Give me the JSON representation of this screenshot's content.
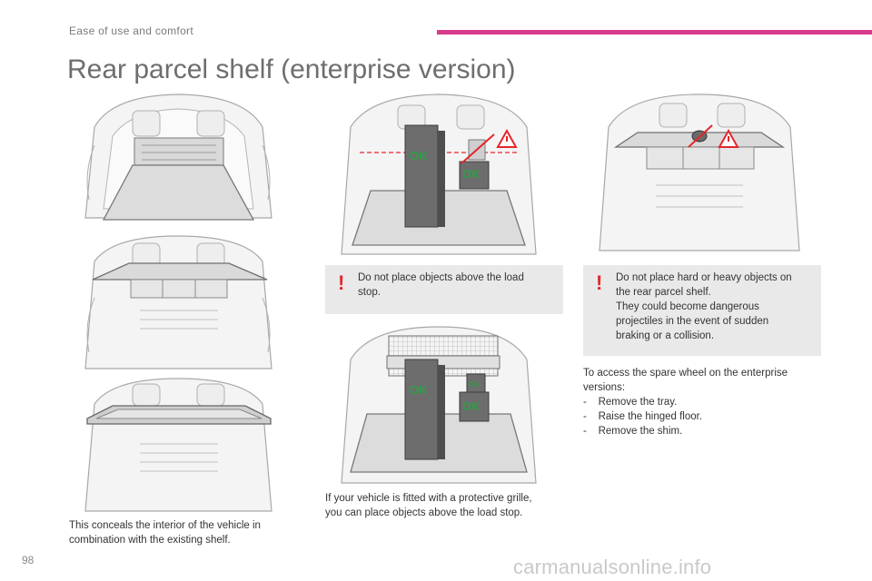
{
  "header": {
    "section_label": "Ease of use and comfort",
    "accent_color": "#d63a8a"
  },
  "title": "Rear parcel shelf (enterprise version)",
  "illustrations": {
    "ok_label": "OK",
    "ok_color": "#2e9e47",
    "warning_color": "#e5252a"
  },
  "warning_load_stop": {
    "icon": "exclamation-icon",
    "lines": [
      "Do not place objects above the load",
      "stop."
    ]
  },
  "warning_heavy_objects": {
    "icon": "exclamation-icon",
    "lines": [
      "Do not place hard or heavy objects on",
      "the rear parcel shelf.",
      "They could become dangerous",
      "projectiles in the event of sudden",
      "braking or a collision."
    ]
  },
  "spare_wheel": {
    "lines": [
      "To access the spare wheel on the enterprise",
      "versions:"
    ],
    "steps": [
      "-    Remove the tray.",
      "-    Raise the hinged floor.",
      "-    Remove the shim."
    ]
  },
  "grille_text": {
    "lines": [
      "If your vehicle is fitted with a protective grille,",
      "you can place objects above the load stop."
    ]
  },
  "conceal_text": {
    "lines": [
      "This conceals the interior of the vehicle in",
      "combination with the existing shelf."
    ]
  },
  "page_number": "98",
  "watermark": "carmanualsonline.info"
}
